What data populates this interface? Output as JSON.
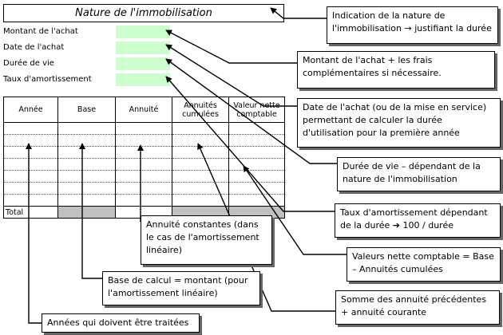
{
  "title": "Nature de l'immobilisation",
  "fields": [
    {
      "label": "Montant de l'achat",
      "value": ""
    },
    {
      "label": "Date de l'achat",
      "value": ""
    },
    {
      "label": "Durée de vie",
      "value": ""
    },
    {
      "label": "Taux d'amortissement",
      "value": ""
    }
  ],
  "table": {
    "headers": [
      "Année",
      "Base",
      "Annuité",
      "Annuités cumulées",
      "Valeur nette comptable"
    ],
    "total_label": "Total"
  },
  "callouts": {
    "nature": "Indication de la nature de l'immobilisation → justifiant la durée",
    "montant": "Montant de l'achat + les frais complémentaires si nécessaire.",
    "date": "Date de l'achat (ou de la mise en service) permettant de calculer la durée d'utilisation pour la première année",
    "duree": "Durée de vie – dépendant de la nature de l'immobilisation",
    "taux": "Taux d'amortissement dépendant de la durée ➔ 100 / durée",
    "vnc": "Valeurs nette comptable = Base – Annuités cumulées",
    "annuite": "Annuité constantes (dans le cas de l'amortissement linéaire)",
    "somme": "Somme des annuité précédentes + annuité courante",
    "base": "Base de calcul = montant (pour l'amortissement linéaire)",
    "annees": "Années qui doivent être traitées"
  },
  "colors": {
    "input_fill": "#ccffcc",
    "total_fill": "#c0c0c0"
  }
}
